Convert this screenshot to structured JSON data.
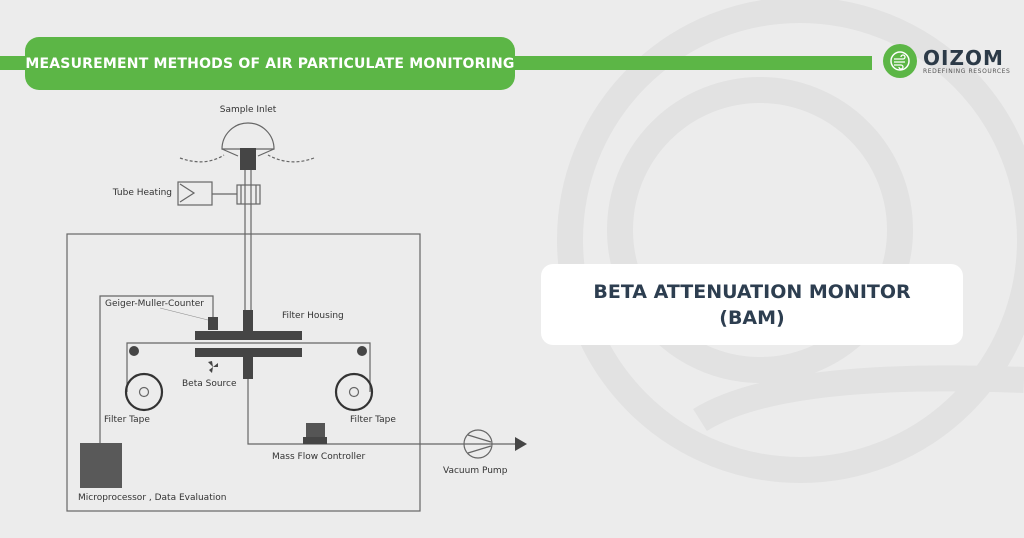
{
  "header": {
    "title": "MEASUREMENT METHODS OF AIR PARTICULATE MONITORING"
  },
  "logo": {
    "name": "OIZOM",
    "tagline": "REDEFINING RESOURCES"
  },
  "main_title": {
    "line1": "BETA ATTENUATION MONITOR",
    "line2": "(BAM)"
  },
  "diagram": {
    "labels": {
      "sample_inlet": "Sample Inlet",
      "tube_heating": "Tube Heating",
      "geiger_counter": "Geiger-Muller-Counter",
      "filter_housing": "Filter Housing",
      "beta_source": "Beta Source",
      "filter_tape_left": "Filter Tape",
      "filter_tape_right": "Filter Tape",
      "mass_flow_controller": "Mass Flow Controller",
      "vacuum_pump": "Vacuum Pump",
      "microprocessor": "Microprocessor , Data Evaluation"
    }
  },
  "colors": {
    "brand_green": "#5cb646",
    "title_text": "#2d3e50",
    "background": "#ececec",
    "diagram_dark": "#454545"
  }
}
